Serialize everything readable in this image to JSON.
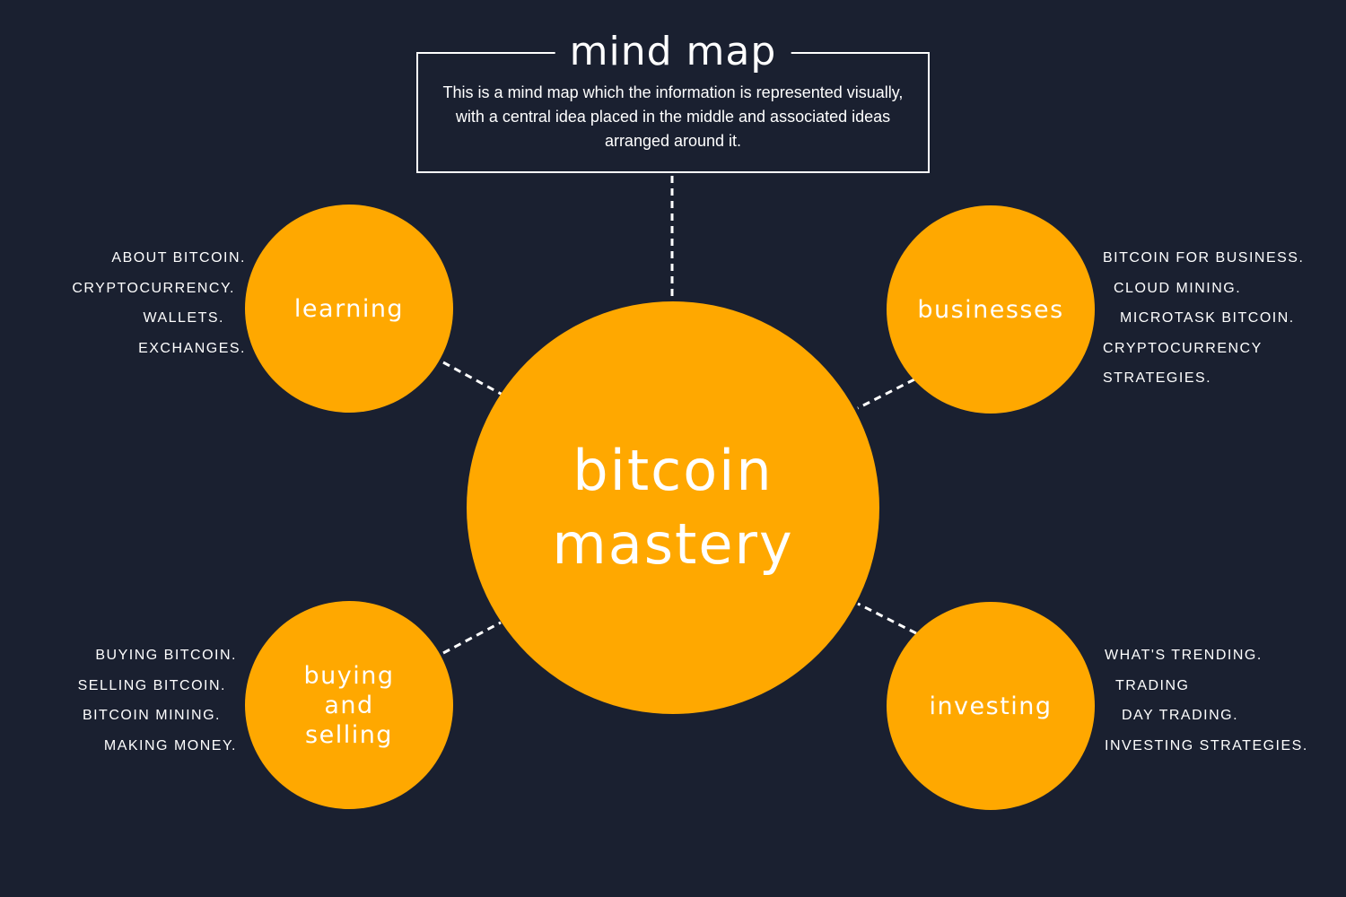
{
  "intro": {
    "title": "mind map",
    "text": "This is a mind map which the information is represented visually, with a central idea placed in the middle and associated ideas arranged around it."
  },
  "center": {
    "label": "bitcoin\nmastery"
  },
  "branches": {
    "learning": {
      "label": "learning",
      "items": [
        "ABOUT BITCOIN.",
        "CRYPTOCURRENCY.",
        "WALLETS.",
        "EXCHANGES."
      ]
    },
    "businesses": {
      "label": "businesses",
      "items": [
        "BITCOIN FOR BUSINESS.",
        "CLOUD MINING.",
        "MICROTASK BITCOIN.",
        "CRYPTOCURRENCY",
        "STRATEGIES."
      ]
    },
    "buying_selling": {
      "label": "buying\nand\nselling",
      "items": [
        "BUYING BITCOIN.",
        "SELLING BITCOIN.",
        "BITCOIN MINING.",
        "MAKING MONEY."
      ]
    },
    "investing": {
      "label": "investing",
      "items": [
        "WHAT'S TRENDING.",
        "TRADING",
        "DAY TRADING.",
        "INVESTING STRATEGIES."
      ]
    }
  },
  "colors": {
    "background": "#1a2030",
    "node": "#ffa800",
    "text": "#ffffff"
  }
}
